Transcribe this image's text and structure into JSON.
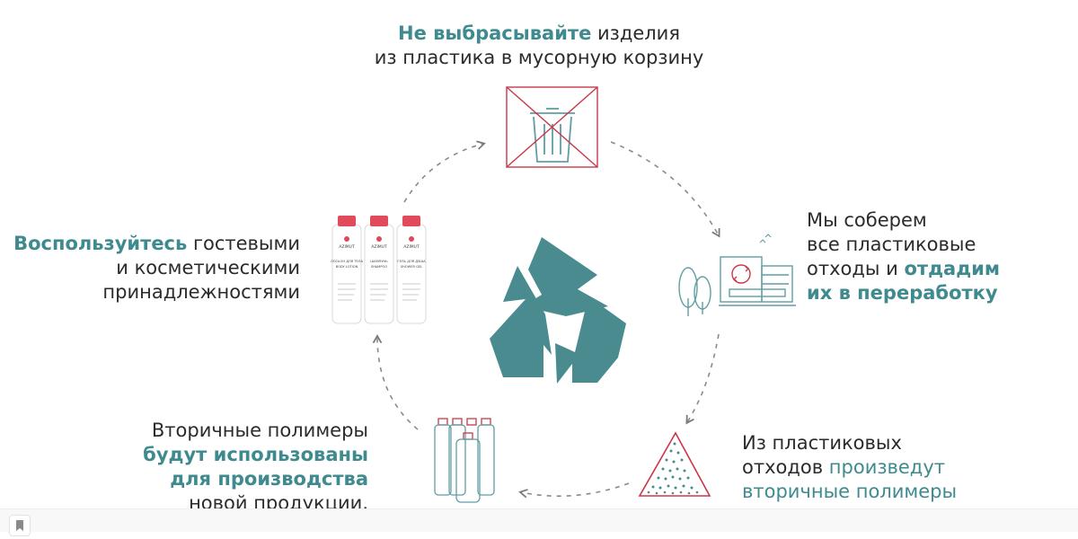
{
  "steps": {
    "top": {
      "accent": "Не выбрасывайте",
      "line1_rest": " изделия",
      "line2": "из пластика в мусорную корзину"
    },
    "right": {
      "line1": "Мы соберем",
      "line2": "все пластиковые",
      "line3_plain": "отходы и ",
      "line3_accent": "отдадим",
      "line4_accent": "их в переработку"
    },
    "bottom_right": {
      "line1": "Из пластиковых",
      "line2_plain": "отходов ",
      "line2_accent": "произведут",
      "line3_accent": "вторичные полимеры"
    },
    "bottom_left": {
      "line1": "Вторичные полимеры",
      "line2_accent": "будут использованы",
      "line3_accent": "для производства",
      "line4": "новой продукции."
    },
    "left": {
      "line1_accent": "Воспользуйтесь",
      "line1_rest": " гостевыми",
      "line2": "и косметическими",
      "line3": "принадлежностями"
    }
  },
  "bottles": {
    "brand": "AZIMUT",
    "items": [
      {
        "label_ru": "ЛОСЬОН ДЛЯ ТЕЛА",
        "label_en": "BODY LOTION"
      },
      {
        "label_ru": "ШАМПУНЬ",
        "label_en": "SHAMPOO"
      },
      {
        "label_ru": "ГЕЛЬ ДЛЯ ДУША",
        "label_en": "SHOWER GEL"
      }
    ]
  },
  "colors": {
    "accent": "#3f8a8f",
    "recycle": "#4a8b90",
    "prohibit": "#c8384a",
    "lineart": "#5f9ea3",
    "arrow": "#7a7a7a"
  },
  "icons": [
    "recycle-icon",
    "no-trash-icon",
    "recycling-facility-icon",
    "polymer-granules-icon",
    "new-bottles-icon",
    "amenity-bottles-icon",
    "bookmark-icon"
  ]
}
